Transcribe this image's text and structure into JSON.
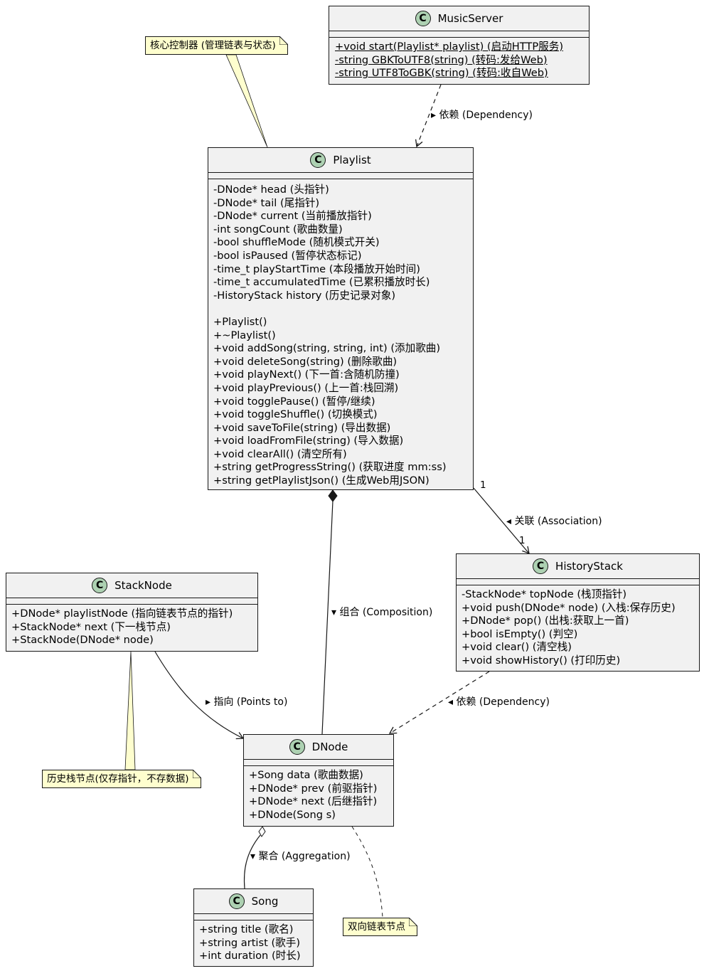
{
  "classes": {
    "music_server": {
      "name": "MusicServer",
      "icon": "C",
      "members": [
        "+void start(Playlist* playlist) (启动HTTP服务)",
        "-string GBKToUTF8(string) (转码:发给Web)",
        "-string UTF8ToGBK(string) (转码:收自Web)"
      ]
    },
    "playlist": {
      "name": "Playlist",
      "icon": "C",
      "fields": [
        "-DNode* head (头指针)",
        "-DNode* tail (尾指针)",
        "-DNode* current (当前播放指针)",
        "-int songCount (歌曲数量)",
        "-bool shuffleMode (随机模式开关)",
        "-bool isPaused (暂停状态标记)",
        "-time_t playStartTime (本段播放开始时间)",
        "-time_t accumulatedTime (已累积播放时长)",
        "-HistoryStack history (历史记录对象)"
      ],
      "methods": [
        "+Playlist()",
        "+~Playlist()",
        "+void addSong(string, string, int) (添加歌曲)",
        "+void deleteSong(string) (删除歌曲)",
        "+void playNext() (下一首:含随机防撞)",
        "+void playPrevious() (上一首:栈回溯)",
        "+void togglePause() (暂停/继续)",
        "+void toggleShuffle() (切换模式)",
        "+void saveToFile(string) (导出数据)",
        "+void loadFromFile(string) (导入数据)",
        "+void clearAll() (清空所有)",
        "+string getProgressString() (获取进度 mm:ss)",
        "+string getPlaylistJson() (生成Web用JSON)"
      ]
    },
    "history_stack": {
      "name": "HistoryStack",
      "icon": "C",
      "members": [
        "-StackNode* topNode (栈顶指针)",
        "+void push(DNode* node) (入栈:保存历史)",
        "+DNode* pop() (出栈:获取上一首)",
        "+bool isEmpty() (判空)",
        "+void clear() (清空栈)",
        "+void showHistory() (打印历史)"
      ]
    },
    "stack_node": {
      "name": "StackNode",
      "icon": "C",
      "members": [
        "+DNode* playlistNode (指向链表节点的指针)",
        "+StackNode* next (下一栈节点)",
        "+StackNode(DNode* node)"
      ]
    },
    "dnode": {
      "name": "DNode",
      "icon": "C",
      "members": [
        "+Song data (歌曲数据)",
        "+DNode* prev (前驱指针)",
        "+DNode* next (后继指针)",
        "+DNode(Song s)"
      ]
    },
    "song": {
      "name": "Song",
      "icon": "C",
      "members": [
        "+string title (歌名)",
        "+string artist (歌手)",
        "+int duration (时长)"
      ]
    }
  },
  "notes": {
    "playlist_note": "核心控制器 (管理链表与状态)",
    "stack_node_note": "历史栈节点(仅存指针，不存数据)",
    "dnode_note": "双向链表节点"
  },
  "relations": {
    "dependency_label": "依赖 (Dependency)",
    "association_label": "关联 (Association)",
    "composition_label": "组合 (Composition)",
    "points_to_label": "指向 (Points to)",
    "dependency2_label": "依赖 (Dependency)",
    "aggregation_label": "聚合 (Aggregation)",
    "assoc_mult_source": "1",
    "assoc_mult_target": "1",
    "arrow_right": "▸",
    "arrow_left": "◂",
    "arrow_down": "▾"
  },
  "colors": {
    "class_fill": "#f1f1f1",
    "class_icon": "#add1b2",
    "note_fill": "#fefece",
    "line": "#181818"
  }
}
